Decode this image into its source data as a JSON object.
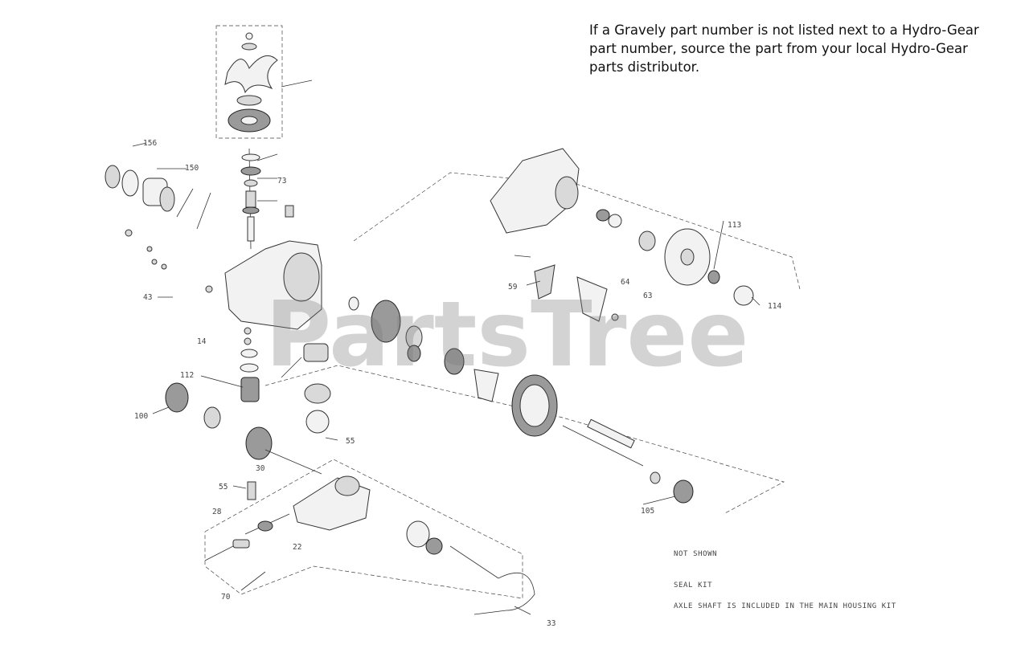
{
  "notice": {
    "lines": [
      "If a Gravely part number is not listed next to a Hydro-Gear",
      "part number, source the part from your local Hydro-Gear",
      "parts distributor."
    ]
  },
  "watermark": "PartsTree",
  "callouts": [
    {
      "id": "c43",
      "text": "43"
    },
    {
      "id": "c55a",
      "text": "55"
    },
    {
      "id": "c55b",
      "text": "55"
    },
    {
      "id": "c59",
      "text": "59"
    },
    {
      "id": "c22",
      "text": "22"
    },
    {
      "id": "c28",
      "text": "28"
    },
    {
      "id": "c70",
      "text": "70"
    },
    {
      "id": "c73",
      "text": "73"
    },
    {
      "id": "c100",
      "text": "100"
    },
    {
      "id": "c105",
      "text": "105"
    },
    {
      "id": "c112",
      "text": "112"
    },
    {
      "id": "c113",
      "text": "113"
    },
    {
      "id": "c114",
      "text": "114"
    },
    {
      "id": "c150",
      "text": "150"
    },
    {
      "id": "c156",
      "text": "156"
    },
    {
      "id": "c30",
      "text": "30"
    },
    {
      "id": "c33",
      "text": "33"
    },
    {
      "id": "c14",
      "text": "14"
    },
    {
      "id": "c63",
      "text": "63"
    },
    {
      "id": "c64",
      "text": "64"
    }
  ],
  "notes": [
    "NOT SHOWN",
    "SEAL KIT",
    "AXLE SHAFT IS INCLUDED IN THE MAIN HOUSING KIT"
  ]
}
